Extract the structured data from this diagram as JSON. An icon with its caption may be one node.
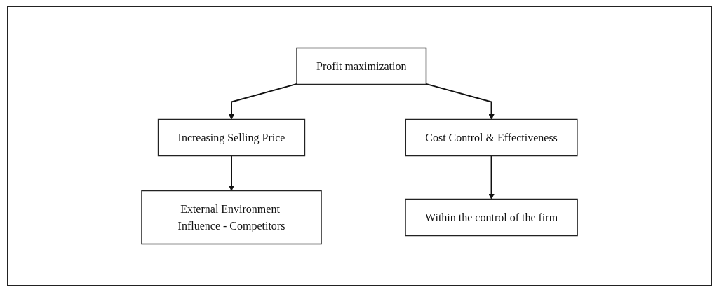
{
  "diagram": {
    "nodes": [
      {
        "text": [
          "Profit maximization"
        ]
      },
      {
        "text": [
          "Increasing Selling Price"
        ]
      },
      {
        "text": [
          "Cost Control & Effectiveness"
        ]
      },
      {
        "text": [
          "External Environment Influence - Competitors"
        ]
      },
      {
        "text": [
          "Within the control of the firm"
        ]
      }
    ],
    "edges": [
      {
        "from": 0,
        "to": 1,
        "arrow": "to"
      },
      {
        "from": 0,
        "to": 2,
        "arrow": "to"
      },
      {
        "from": 1,
        "to": 3,
        "arrow": "to"
      },
      {
        "from": 2,
        "to": 4,
        "arrow": "to"
      }
    ]
  }
}
